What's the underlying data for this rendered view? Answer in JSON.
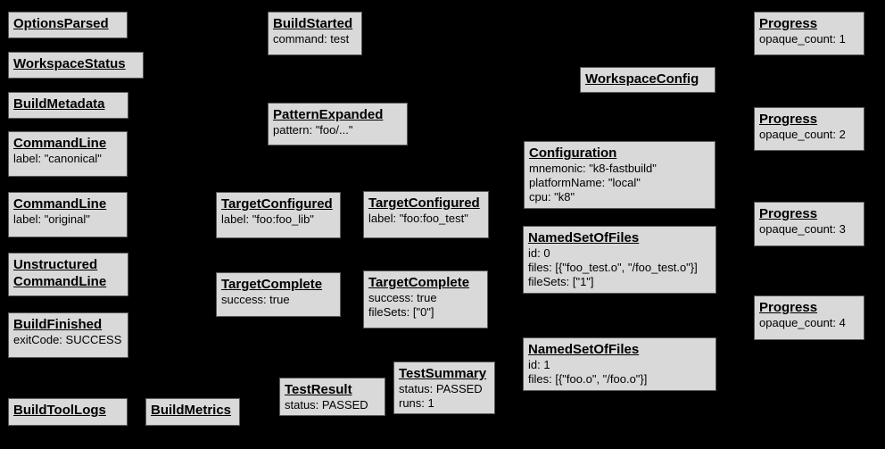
{
  "diagram": {
    "description": "Build event protocol graph",
    "background_color": "#000000",
    "node_fill_color": "#d9d9d9",
    "node_border_color": "#595959",
    "node_text_color": "#000000"
  },
  "boxes": [
    {
      "title": "OptionsParsed",
      "lines": []
    },
    {
      "title": "WorkspaceStatus",
      "lines": []
    },
    {
      "title": "BuildMetadata",
      "lines": []
    },
    {
      "title": "CommandLine",
      "lines": [
        "label: \"canonical\""
      ]
    },
    {
      "title": "CommandLine",
      "lines": [
        "label: \"original\""
      ]
    },
    {
      "title": "Unstructured CommandLine",
      "lines": []
    },
    {
      "title": "BuildFinished",
      "lines": [
        "exitCode: SUCCESS"
      ]
    },
    {
      "title": "BuildToolLogs",
      "lines": []
    },
    {
      "title": "BuildMetrics",
      "lines": []
    },
    {
      "title": "BuildStarted",
      "lines": [
        "command: test"
      ]
    },
    {
      "title": "PatternExpanded",
      "lines": [
        "pattern: \"foo/...\""
      ]
    },
    {
      "title": "TargetConfigured",
      "lines": [
        "label: \"foo:foo_lib\""
      ]
    },
    {
      "title": "TargetConfigured",
      "lines": [
        "label: \"foo:foo_test\""
      ]
    },
    {
      "title": "TargetComplete",
      "lines": [
        "success: true"
      ]
    },
    {
      "title": "TargetComplete",
      "lines": [
        "success: true",
        "fileSets: [\"0\"]"
      ]
    },
    {
      "title": "TestResult",
      "lines": [
        "status: PASSED"
      ]
    },
    {
      "title": "TestSummary",
      "lines": [
        "status: PASSED",
        "runs: 1"
      ]
    },
    {
      "title": "WorkspaceConfig",
      "lines": []
    },
    {
      "title": "Configuration",
      "lines": [
        "mnemonic: \"k8-fastbuild\"",
        "platformName: \"local\"",
        "cpu: \"k8\""
      ]
    },
    {
      "title": "NamedSetOfFiles",
      "lines": [
        "id: 0",
        "files: [{\"foo_test.o\", \"/foo_test.o\"}]",
        "fileSets: [\"1\"]"
      ]
    },
    {
      "title": "NamedSetOfFiles",
      "lines": [
        "id: 1",
        "files: [{\"foo.o\", \"/foo.o\"}]"
      ]
    },
    {
      "title": "Progress",
      "lines": [
        "opaque_count: 1"
      ]
    },
    {
      "title": "Progress",
      "lines": [
        "opaque_count: 2"
      ]
    },
    {
      "title": "Progress",
      "lines": [
        "opaque_count: 3"
      ]
    },
    {
      "title": "Progress",
      "lines": [
        "opaque_count: 4"
      ]
    }
  ]
}
